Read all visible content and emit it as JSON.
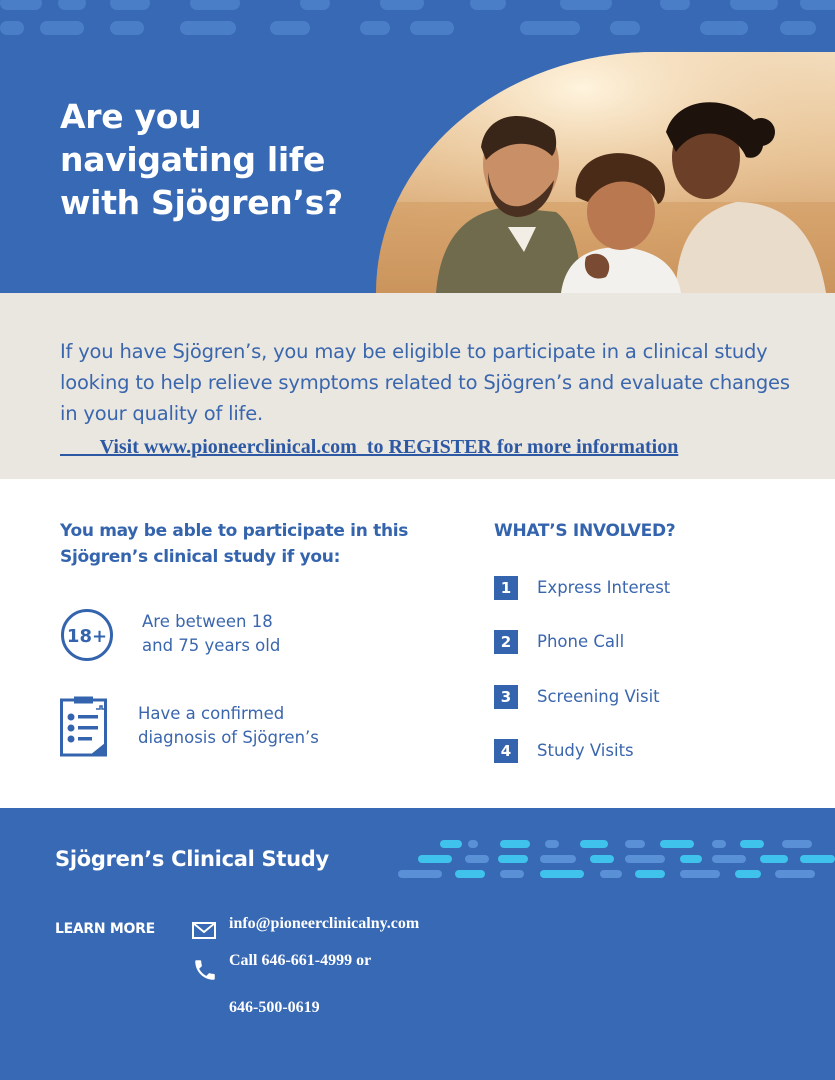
{
  "hero": {
    "title_line1": "Are you",
    "title_line2": "navigating life",
    "title_line3": "with Sjögren’s?",
    "background_color": "#3869b4"
  },
  "intro": {
    "text": "If you have Sjögren’s, you may be eligible to participate in a clinical study looking to help relieve symptoms related to Sjögren’s and evaluate changes in your quality of life.",
    "link_text": "        Visit www.pioneerclinical.com  to REGISTER for more information"
  },
  "eligibility": {
    "heading": "You may be able to participate in this Sjögren’s clinical study if you:",
    "criteria": [
      {
        "icon": "age-18-plus-icon",
        "icon_text": "18+",
        "line1": "Are between 18",
        "line2": "and 75 years old"
      },
      {
        "icon": "clipboard-checklist-icon",
        "line1": "Have a confirmed",
        "line2": "diagnosis of Sjögren’s"
      }
    ]
  },
  "involved": {
    "heading": "WHAT’S INVOLVED?",
    "steps": [
      {
        "number": "1",
        "label": "Express Interest"
      },
      {
        "number": "2",
        "label": "Phone Call"
      },
      {
        "number": "3",
        "label": "Screening Visit"
      },
      {
        "number": "4",
        "label": "Study Visits"
      }
    ]
  },
  "footer": {
    "title": "Sjögren’s Clinical Study",
    "learn_more": "LEARN MORE",
    "email": "info@pioneerclinicalny.com",
    "phone_line1": "Call 646-661-4999 or",
    "phone_line2": "646-500-0619"
  },
  "colors": {
    "brand_blue": "#3869b4",
    "text_blue": "#3a66ae",
    "band_beige": "#eae7e0",
    "accent_cyan": "#3fc3ec"
  }
}
